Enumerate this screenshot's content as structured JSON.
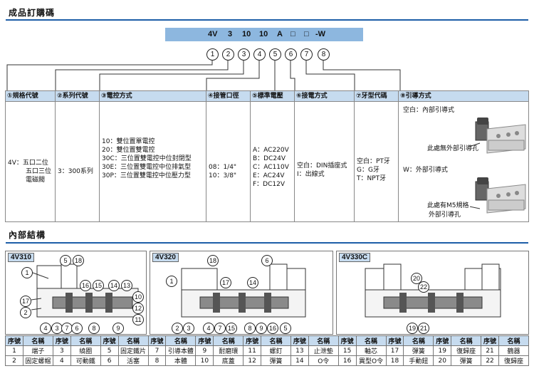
{
  "section1_title": "成品訂購碼",
  "code": [
    "4V",
    "3",
    "10",
    "10",
    "A",
    "□",
    "□",
    "-W"
  ],
  "circles": [
    "1",
    "2",
    "3",
    "4",
    "5",
    "6",
    "7",
    "8"
  ],
  "table1": {
    "headers": [
      "①規格代號",
      "②系列代號",
      "③電控方式",
      "④接管口徑",
      "⑤標準電壓",
      "⑥接電方式",
      "⑦牙型代碼",
      "⑧引導方式"
    ],
    "col1": [
      "4V：五口二位",
      "五口三位",
      "電磁閥"
    ],
    "col2": [
      "3：300系列"
    ],
    "col3": [
      "10：雙位置單電控",
      "20：雙位置雙電控",
      "30C：三位置雙電控中位封閉型",
      "30E：三位置雙電控中位排氣型",
      "30P：三位置雙電控中位壓力型"
    ],
    "col4": [
      "08：1/4\"",
      "10：3/8\""
    ],
    "col5": [
      "A：AC220V",
      "B：DC24V",
      "C：AC110V",
      "E：AC24V",
      "F：DC12V"
    ],
    "col6": [
      "空白：DIN插座式",
      "I：出線式"
    ],
    "col7": [
      "空白：PT牙",
      "G：G牙",
      "T：NPT牙"
    ],
    "col8": {
      "blank": "空白：內部引導式",
      "blank_note": "此處無外部引導孔",
      "w": "W：外部引導式",
      "w_note1": "此處有M5規格",
      "w_note2": "外部引導孔"
    }
  },
  "section2_title": "內部結構",
  "panels": {
    "p1": {
      "label": "4V310",
      "callouts": [
        "5",
        "18",
        "1",
        "16",
        "15",
        "14",
        "13",
        "17",
        "10",
        "2",
        "12",
        "11",
        "4",
        "3",
        "7",
        "6",
        "8",
        "9"
      ]
    },
    "p2": {
      "label": "4V320",
      "callouts": [
        "18",
        "6",
        "1",
        "17",
        "14",
        "2",
        "3",
        "4",
        "7",
        "15",
        "8",
        "9",
        "16",
        "5"
      ]
    },
    "p3": {
      "label": "4V330C",
      "callouts": [
        "20",
        "22",
        "19",
        "21"
      ]
    }
  },
  "parts": {
    "h": [
      "序號",
      "名稱",
      "序號",
      "名稱",
      "序號",
      "名稱",
      "序號",
      "名稱",
      "序號",
      "名稱",
      "序號",
      "名稱",
      "序號",
      "名稱",
      "序號",
      "名稱",
      "序號",
      "名稱",
      "序號",
      "名稱",
      "序號",
      "名稱"
    ],
    "r1": [
      "1",
      "端子",
      "3",
      "繞圈",
      "5",
      "固定鐵片",
      "7",
      "引導本體",
      "9",
      "耐磨環",
      "11",
      "螺釘",
      "13",
      "止泄墊",
      "15",
      "軸芯",
      "17",
      "彈簧",
      "19",
      "復歸座",
      "21",
      "鶴器"
    ],
    "r2": [
      "2",
      "固定螺帽",
      "4",
      "可動鐵",
      "6",
      "活塞",
      "8",
      "本體",
      "10",
      "底蓋",
      "12",
      "彈簧",
      "14",
      "O令",
      "16",
      "異型O令",
      "18",
      "手動鈕",
      "20",
      "彈簧",
      "22",
      "復歸座"
    ]
  },
  "colors": {
    "accent": "#1d5ea8",
    "header_bg": "#c6dbef",
    "codebar": "#8db7df"
  }
}
